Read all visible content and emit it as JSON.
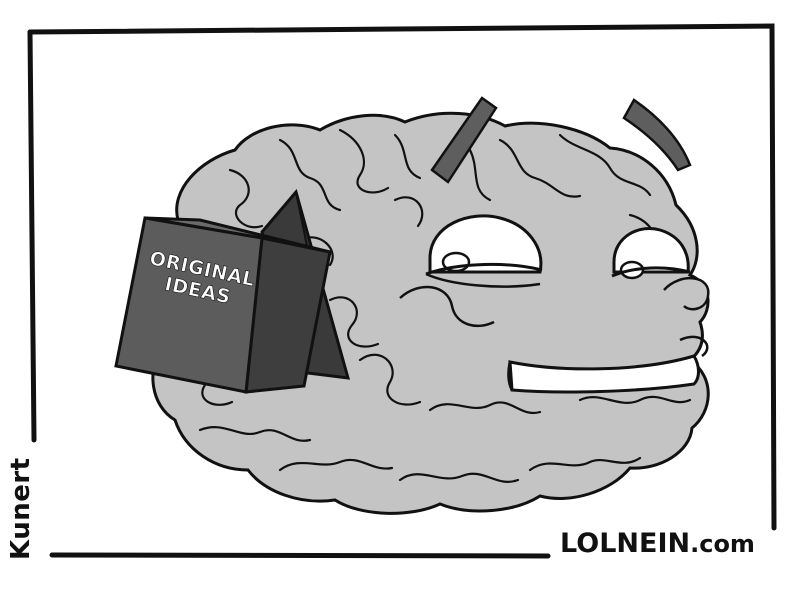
{
  "comic": {
    "signature": "Kunert",
    "site": {
      "brand": "LOLNEIN",
      "tld": ".com"
    },
    "box": {
      "line1": "ORIGINAL",
      "line2": "IDEAS"
    }
  },
  "colors": {
    "brain_fill": "#c4c4c4",
    "box_face": "#5c5c5c",
    "box_dark": "#3a3a3a",
    "brow": "#5e5e5e",
    "eye_white": "#ffffff",
    "ink": "#111111"
  }
}
